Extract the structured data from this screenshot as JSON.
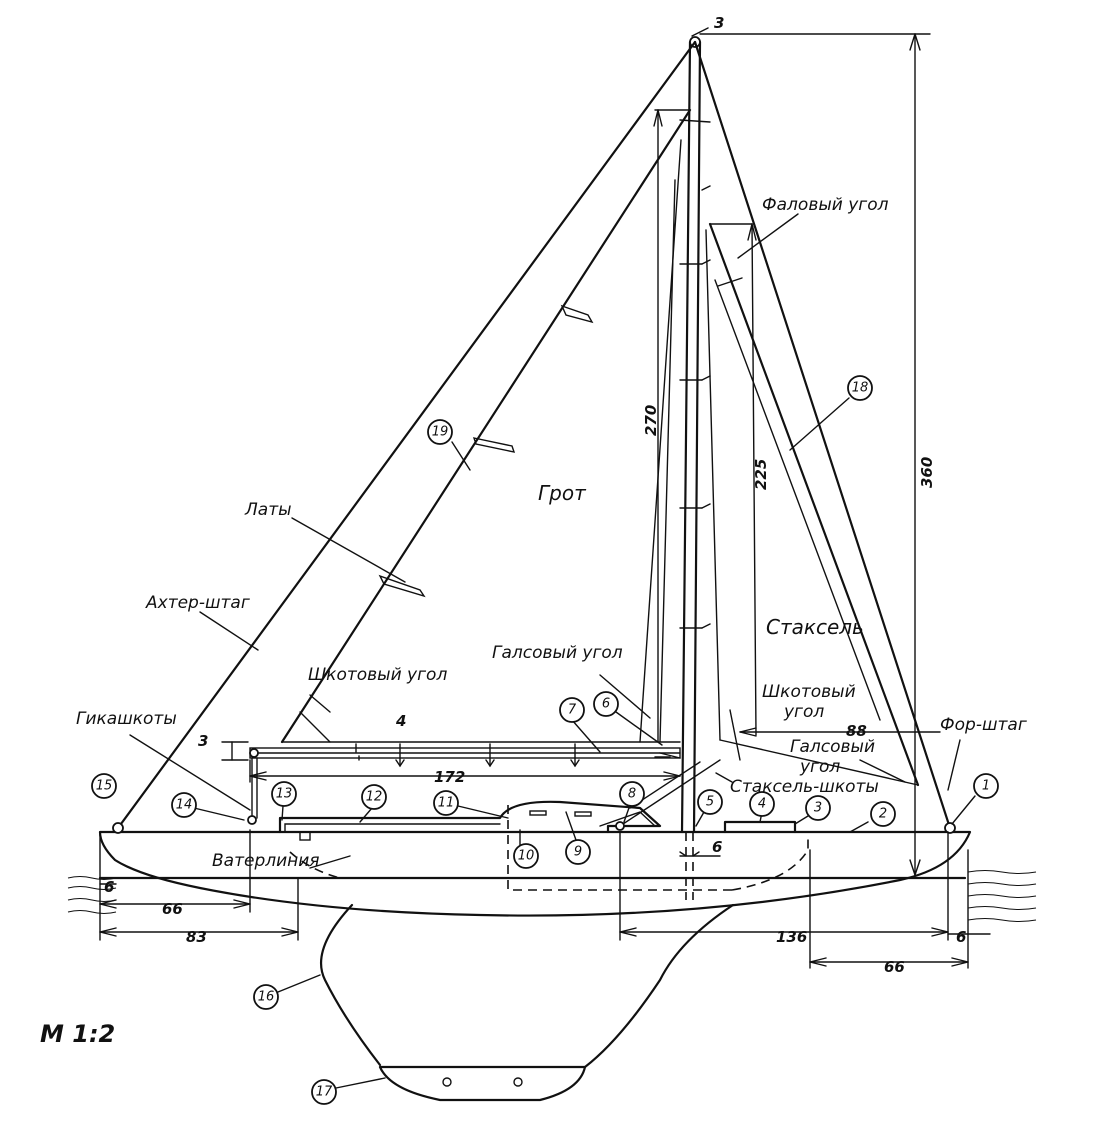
{
  "labels": {
    "halyard_corner": "Фаловый угол",
    "mainsail": "Грот",
    "battens": "Латы",
    "backstay": "Ахтер-штаг",
    "clew_main": "Шкотовый угол",
    "tack_main": "Галсовый угол",
    "jib": "Стаксель",
    "clew_jib_1": "Шкотовый",
    "clew_jib_2": "угол",
    "tack_jib_1": "Галсовый",
    "tack_jib_2": "угол",
    "forestay": "Фор-штаг",
    "mainsheets": "Гикашкоты",
    "jib_sheets": "Стаксель-шкоты",
    "waterline": "Ватерлиния",
    "scale": "М 1:2"
  },
  "dimensions": {
    "d3_top": "3",
    "d360": "360",
    "d270": "270",
    "d225": "225",
    "d172": "172",
    "d88": "88",
    "d4": "4",
    "d3_boom": "3",
    "d6_mast": "6",
    "d6_left": "6",
    "d66_left": "66",
    "d83": "83",
    "d136": "136",
    "d66_right": "66",
    "d6_right": "6"
  },
  "callouts": [
    "1",
    "2",
    "3",
    "4",
    "5",
    "6",
    "7",
    "8",
    "9",
    "10",
    "11",
    "12",
    "13",
    "14",
    "15",
    "16",
    "17",
    "18",
    "19"
  ]
}
